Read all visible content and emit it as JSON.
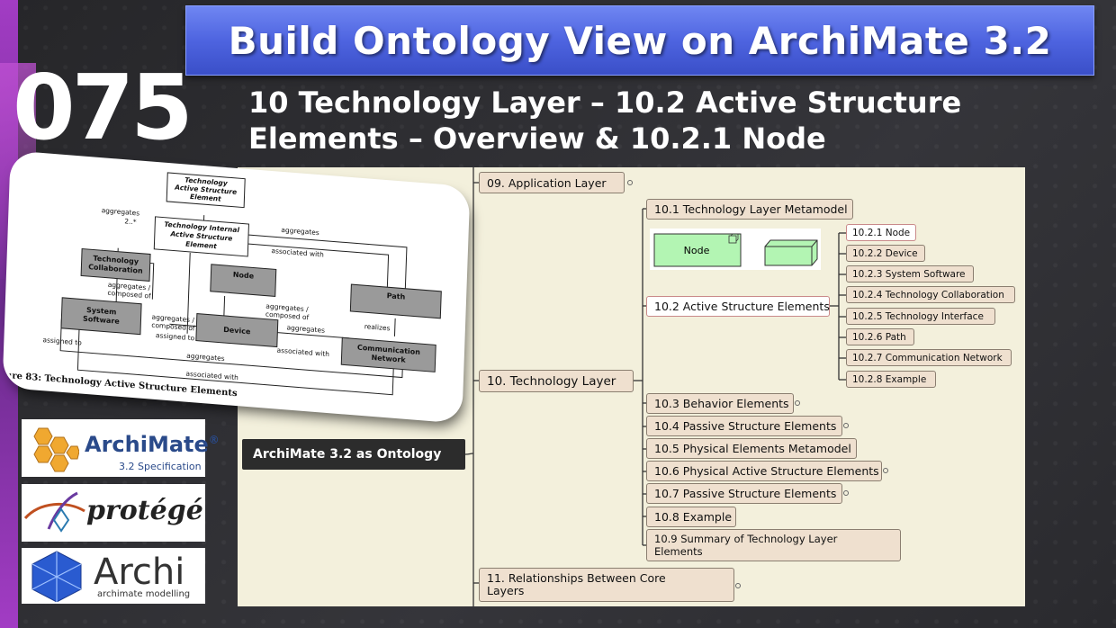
{
  "header": {
    "title": "Build Ontology View on ArchiMate 3.2",
    "episode": "075",
    "subtitle_line1": "10 Technology Layer – 10.2 Active Structure",
    "subtitle_line2": "Elements – Overview & 10.2.1 Node"
  },
  "mindmap": {
    "root": "ArchiMate 3.2 as Ontology",
    "level1": {
      "app_layer": "09. Application Layer",
      "tech_layer": "10. Technology Layer",
      "relationships_line1": "11. Relationships Between Core",
      "relationships_line2": "Layers"
    },
    "tech_children": {
      "metamodel": "10.1 Technology Layer Metamodel",
      "active_structure": "10.2 Active Structure Elements",
      "behavior": "10.3 Behavior Elements",
      "passive": "10.4 Passive Structure Elements",
      "physical_meta": "10.5 Physical Elements Metamodel",
      "physical_active": "10.6 Physical Active Structure Elements",
      "passive2": "10.7 Passive Structure Elements",
      "example": "10.8 Example",
      "summary_line1": "10.9 Summary of Technology Layer",
      "summary_line2": "Elements"
    },
    "active_children": [
      "10.2.1 Node",
      "10.2.2 Device",
      "10.2.3 System Software",
      "10.2.4 Technology Collaboration",
      "10.2.5 Technology Interface",
      "10.2.6 Path",
      "10.2.7 Communication Network",
      "10.2.8 Example"
    ],
    "node_figure_label": "Node"
  },
  "diagram": {
    "caption": "ure 83: Technology Active Structure Elements",
    "boxes": {
      "top": [
        "Technology",
        "Active Structure",
        "Element"
      ],
      "internal": [
        "Technology Internal",
        "Active Structure",
        "Element"
      ],
      "collab": [
        "Technology",
        "Collaboration"
      ],
      "node": "Node",
      "path": "Path",
      "system_software": [
        "System",
        "Software"
      ],
      "device": "Device",
      "comm_network": [
        "Communication",
        "Network"
      ]
    },
    "labels": {
      "aggregates": "aggregates",
      "mult": "2..*",
      "associated_with": "associated with",
      "aggregates_composed_of": "aggregates /",
      "composed_of": "composed of",
      "realizes": "realizes",
      "assigned_to": "assigned to"
    }
  },
  "logos": {
    "archimate": "ArchiMate",
    "archimate_reg": "®",
    "archimate_sub": "3.2 Specification",
    "protege": "protégé",
    "archi": "Archi",
    "archi_sub": "archimate modelling"
  },
  "colors": {
    "banner": "#4e64e0",
    "mindmap_bg": "#f3f0dc",
    "node_fill": "#efe0cf",
    "root_fill": "#2c2c2c",
    "element_green": "#b3f5b3",
    "accent_purple": "#a23cc4"
  }
}
